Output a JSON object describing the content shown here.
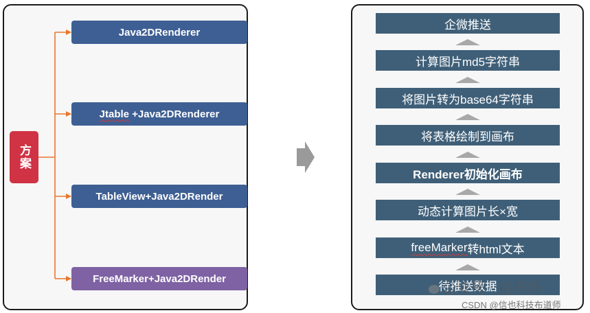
{
  "options": {
    "root_label": "方案",
    "items": [
      {
        "label": "Java2DRenderer"
      },
      {
        "label_a": "Jtable",
        "label_b": " +Java2DRenderer"
      },
      {
        "label": "TableView+Java2DRender"
      },
      {
        "label": "FreeMarker+Java2DRender"
      }
    ]
  },
  "steps": [
    {
      "label": "企微推送"
    },
    {
      "label": "计算图片md5字符串"
    },
    {
      "label": "将图片转为base64字符串"
    },
    {
      "label": "将表格绘制到画布"
    },
    {
      "label": "Renderer初始化画布"
    },
    {
      "label": "动态计算图片长×宽"
    },
    {
      "label_a": "freeMarker",
      "label_b": "转html文本"
    },
    {
      "label": "待推送数据"
    }
  ],
  "watermark": {
    "account": "公众号 · 拍码场",
    "site": "CSDN @信也科技布道师"
  },
  "colors": {
    "root": "#cf3344",
    "option_blue": "#3e5f93",
    "option_purple": "#7e62a3",
    "step": "#3f5f78",
    "connector": "#e8772c",
    "up_arrow": "#a8a8a8",
    "big_arrow": "#9a9a9a"
  }
}
